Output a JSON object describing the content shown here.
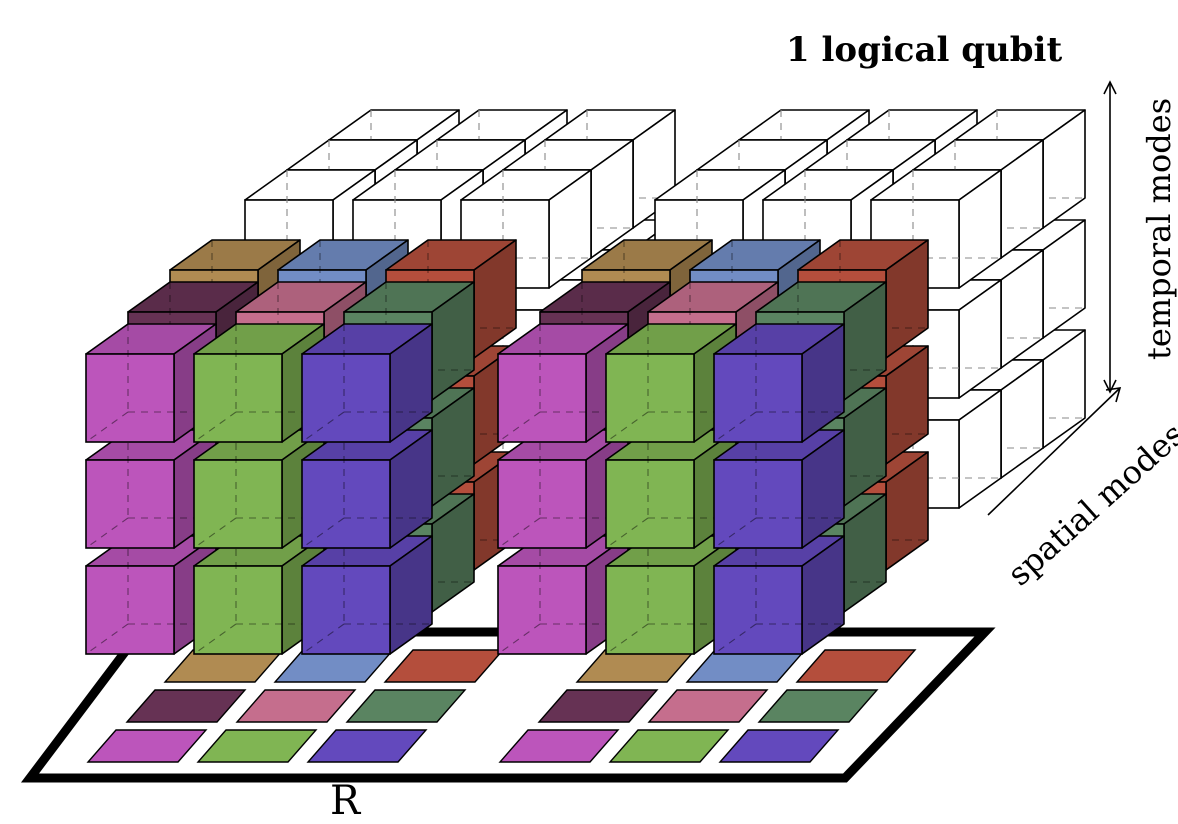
{
  "title": "1 logical qubit",
  "axes": {
    "temporal": "temporal modes",
    "spatial": "spatial modes"
  },
  "bottom_label": "R",
  "colors": {
    "outline": "#000000",
    "ghost_fill": "#ffffff",
    "magenta": "#bc55bb",
    "lime": "#80b553",
    "indigo": "#6349bd",
    "plum": "#663254",
    "rose": "#c56e8d",
    "forest": "#5a8461",
    "ochre": "#b08b52",
    "cornflower": "#728dc5",
    "brick": "#b44e3c"
  },
  "blocks": [
    {
      "name": "left-block",
      "front_row": [
        "magenta",
        "lime",
        "indigo"
      ],
      "middle_row": [
        "plum",
        "rose",
        "forest"
      ],
      "back_row": [
        "ochre",
        "cornflower",
        "brick"
      ]
    },
    {
      "name": "right-block",
      "front_row": [
        "magenta",
        "lime",
        "indigo"
      ],
      "middle_row": [
        "plum",
        "rose",
        "forest"
      ],
      "back_row": [
        "ochre",
        "cornflower",
        "brick"
      ]
    }
  ]
}
